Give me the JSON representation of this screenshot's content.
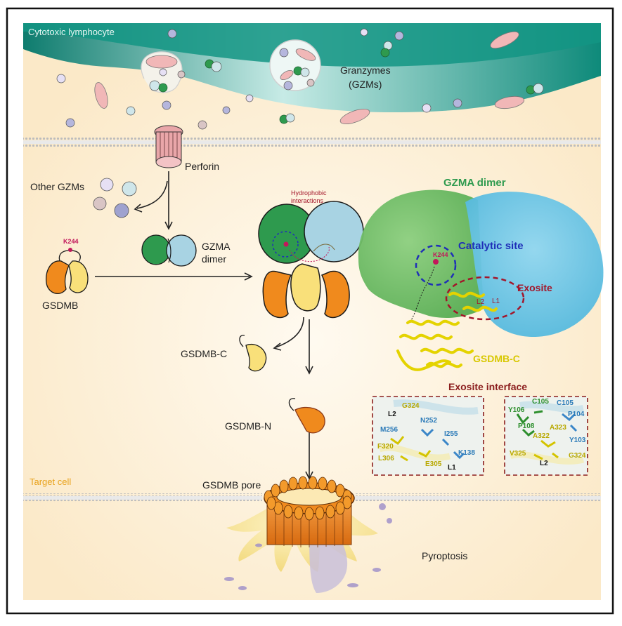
{
  "regions": {
    "top": "Cytotoxic lymphocyte",
    "bottom": "Target cell"
  },
  "labels": {
    "granzymes": "Granzymes",
    "granzymes_abbr": "(GZMs)",
    "perforin": "Perforin",
    "other_gzms": "Other GZMs",
    "gzma_line1": "GZMA",
    "gzma_line2": "dimer",
    "gsdmb": "GSDMB",
    "k244": "K244",
    "hydrophobic_line1": "Hydrophobic",
    "hydrophobic_line2": "interactions",
    "gsdmb_c": "GSDMB-C",
    "gsdmb_n": "GSDMB-N",
    "gsdmb_pore": "GSDMB pore",
    "pyroptosis": "Pyroptosis"
  },
  "structure": {
    "title": "GZMA dimer",
    "catalytic_site": "Catalytic site",
    "exosite": "Exosite",
    "k244": "K244",
    "l1": "L1",
    "l2": "L2",
    "gsdmb_c": "GSDMB-C",
    "interface_title": "Exosite interface"
  },
  "panel_left": {
    "labels": [
      "G324",
      "L2",
      "M256",
      "N252",
      "I255",
      "F320",
      "K138",
      "L306",
      "E305",
      "L1"
    ]
  },
  "panel_right": {
    "labels": [
      "C105",
      "C105",
      "Y106",
      "P104",
      "P108",
      "A323",
      "A322",
      "Y103",
      "V325",
      "G324",
      "L2"
    ]
  },
  "colors": {
    "lymphocyte_teal": "#1a9e8c",
    "target_cell_bg": "#fdf2dc",
    "gzma_green": "#2e9a4e",
    "gzma_blue": "#a8d3e3",
    "gsdmb_orange": "#f08a1d",
    "gsdmb_yellow": "#f9e07a",
    "catalytic_blue": "#1f2fb8",
    "exosite_red": "#a3162a",
    "k244_magenta": "#c2185b",
    "interface_title": "#8b1d1d",
    "target_cell_label": "#e8a21c"
  }
}
